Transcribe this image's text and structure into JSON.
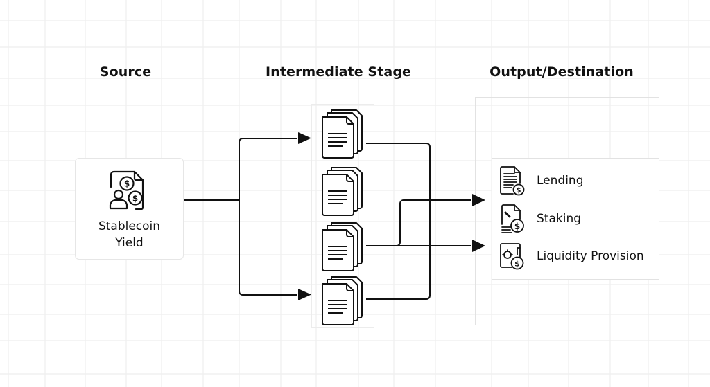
{
  "diagram": {
    "columns": [
      {
        "heading": "Source"
      },
      {
        "heading": "Intermediate Stage"
      },
      {
        "heading": "Output/Destination"
      }
    ],
    "source": {
      "icon": "user-coins-document-icon",
      "label_line1": "Stablecoin",
      "label_line2": "Yield"
    },
    "intermediate": {
      "stacks": [
        {
          "icon": "document-stack-icon"
        },
        {
          "icon": "document-stack-icon"
        },
        {
          "icon": "document-stack-icon"
        },
        {
          "icon": "document-stack-icon"
        }
      ]
    },
    "destinations": [
      {
        "label": "Lending",
        "icon": "document-dollar-icon"
      },
      {
        "label": "Staking",
        "icon": "receipt-dollar-icon"
      },
      {
        "label": "Liquidity Provision",
        "icon": "wallet-dollar-icon"
      }
    ],
    "connections": [
      {
        "from": "Stablecoin Yield",
        "to": "stack 1"
      },
      {
        "from": "Stablecoin Yield",
        "to": "stack 4"
      },
      {
        "from": "stack 1",
        "to": "Output/Destination"
      },
      {
        "from": "stack 3",
        "to": "Output/Destination"
      },
      {
        "from": "stack 4",
        "to": "Output/Destination"
      }
    ],
    "colors": {
      "line": "#111111",
      "grid": "#ececec",
      "card_border": "#e4e4e4",
      "background": "#ffffff"
    }
  }
}
